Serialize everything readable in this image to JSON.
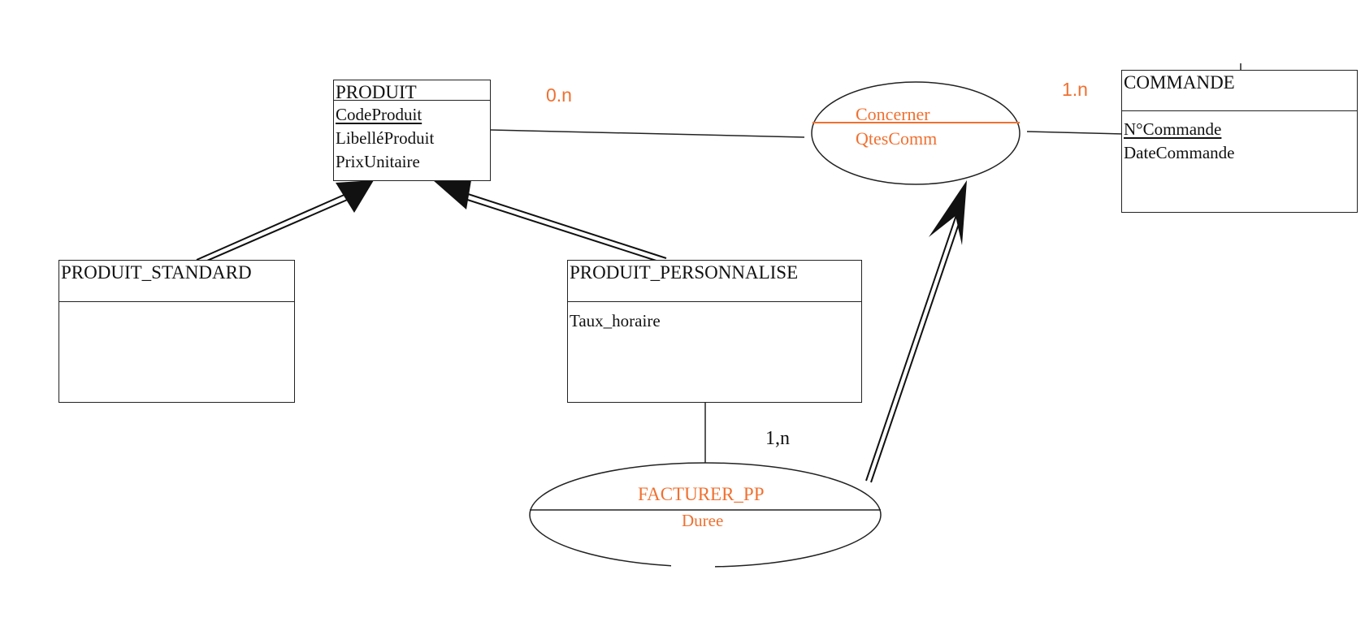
{
  "entities": {
    "produit": {
      "name": "PRODUIT",
      "attributes": [
        {
          "label": "CodeProduit",
          "key": true
        },
        {
          "label": "LibelléProduit",
          "key": false
        },
        {
          "label": "PrixUnitaire",
          "key": false
        }
      ]
    },
    "commande": {
      "name": "COMMANDE",
      "attributes": [
        {
          "label": "N°Commande",
          "key": true
        },
        {
          "label": "DateCommande",
          "key": false
        }
      ]
    },
    "produit_standard": {
      "name": "PRODUIT_STANDARD",
      "attributes": []
    },
    "produit_personnalise": {
      "name": "PRODUIT_PERSONNALISE",
      "attributes": [
        {
          "label": "Taux_horaire",
          "key": false
        }
      ]
    }
  },
  "associations": {
    "concerner": {
      "name": "Concerner",
      "attribute": "QtesComm"
    },
    "facturer_pp": {
      "name": "FACTURER_PP",
      "attribute": "Duree"
    }
  },
  "cardinalities": {
    "produit_concerner": "0.n",
    "commande_concerner": "1.n",
    "personnalise_facturer": "1,n"
  },
  "colors": {
    "association": "#f07030",
    "line": "#222222",
    "text": "#111111"
  }
}
